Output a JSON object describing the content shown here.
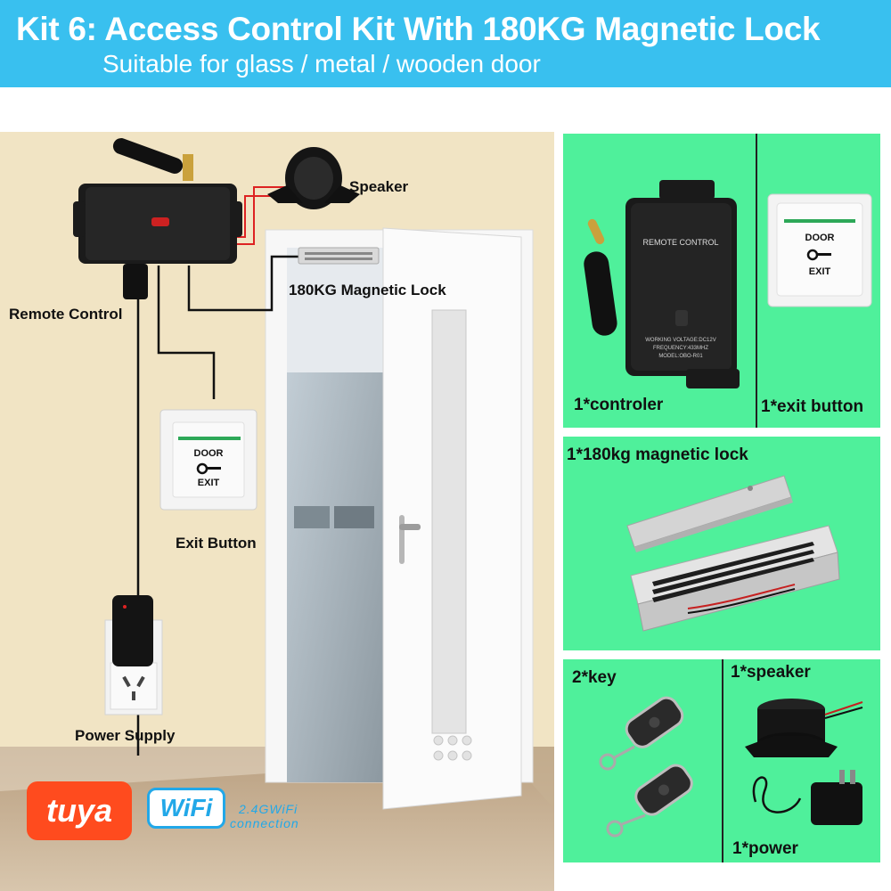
{
  "header": {
    "title": "Kit 6: Access Control Kit With 180KG Magnetic Lock",
    "subtitle": "Suitable for glass / metal / wooden door"
  },
  "diagram": {
    "speaker_label": "Speaker",
    "lock_label": "180KG Magnetic Lock",
    "remote_control_label": "Remote Control",
    "exit_button_label": "Exit Button",
    "power_supply_label": "Power Supply",
    "controller_text": [
      "REMOTE CONTROL",
      "WORKING VOLTAGE:DC12V",
      "FREQUENCY:433MHZ",
      "MODEL:OBO-R01"
    ],
    "exit_plate_text": {
      "door": "DOOR",
      "exit": "EXIT"
    }
  },
  "brands": {
    "tuya": "tuya",
    "wifi": "WiFi",
    "wifi_caption_line1": "2.4GWiFi",
    "wifi_caption_line2": "connection"
  },
  "items": {
    "controller": "1*controler",
    "exit_button": "1*exit button",
    "magnetic_lock": "1*180kg magnetic lock",
    "key": "2*key",
    "speaker": "1*speaker",
    "power": "1*power"
  },
  "colors": {
    "header": "#39c0ef",
    "card": "#4ff09b",
    "tuya": "#ff4b1e",
    "wifi": "#22a8e8"
  }
}
